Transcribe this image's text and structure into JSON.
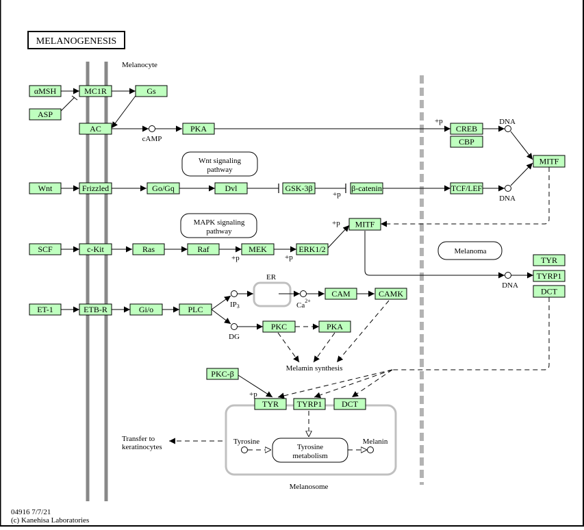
{
  "title": "MELANOGENESIS",
  "footer": {
    "map_id_date": "04916 7/7/21",
    "copyright": "(c) Kanehisa Laboratories"
  },
  "compartments": {
    "melanocyte": "Melanocyte",
    "er": "ER",
    "melanosome": "Melanosome"
  },
  "pathway_links": {
    "wnt": [
      "Wnt signaling",
      "pathway"
    ],
    "mapk": [
      "MAPK signaling",
      "pathway"
    ],
    "melanoma": "Melanoma",
    "tyrosine_metabolism": [
      "Tyrosine",
      "metabolism"
    ]
  },
  "nodes": {
    "amsh": "αMSH",
    "asp": "ASP",
    "mc1r": "MC1R",
    "gs": "Gs",
    "ac": "AC",
    "pka1": "PKA",
    "creb": "CREB",
    "cbp": "CBP",
    "mitf_nuc": "MITF",
    "wnt": "Wnt",
    "frizzled": "Frizzled",
    "gogq": "Go/Gq",
    "dvl": "Dvl",
    "gsk3b": "GSK-3β",
    "bcatenin": "β-catenin",
    "tcflef": "TCF/LEF",
    "scf": "SCF",
    "ckit": "c-Kit",
    "ras": "Ras",
    "raf": "Raf",
    "mek": "MEK",
    "erk": "ERK1/2",
    "mitf": "MITF",
    "tyr_r": "TYR",
    "tyrp1_r": "TYRP1",
    "dct_r": "DCT",
    "et1": "ET-1",
    "etbr": "ETB-R",
    "gio": "Gi/o",
    "plc": "PLC",
    "cam": "CAM",
    "camk": "CAMK",
    "pkc": "PKC",
    "pka2": "PKA",
    "pkcb": "PKC-β",
    "tyr": "TYR",
    "tyrp1": "TYRP1",
    "dct": "DCT"
  },
  "compounds": {
    "camp": "cAMP",
    "dna1": "DNA",
    "dna2": "DNA",
    "dna3": "DNA",
    "ip3": "IP",
    "ip3_sub": "3",
    "ca": "Ca",
    "ca_sup": "2+",
    "dg": "DG",
    "tyrosine": "Tyrosine",
    "melanin": "Melanin"
  },
  "labels": {
    "plus_p": "+p",
    "melanin_synthesis": "Melamin synthesis",
    "transfer": [
      "Transfer to",
      "keratinocytes"
    ]
  }
}
